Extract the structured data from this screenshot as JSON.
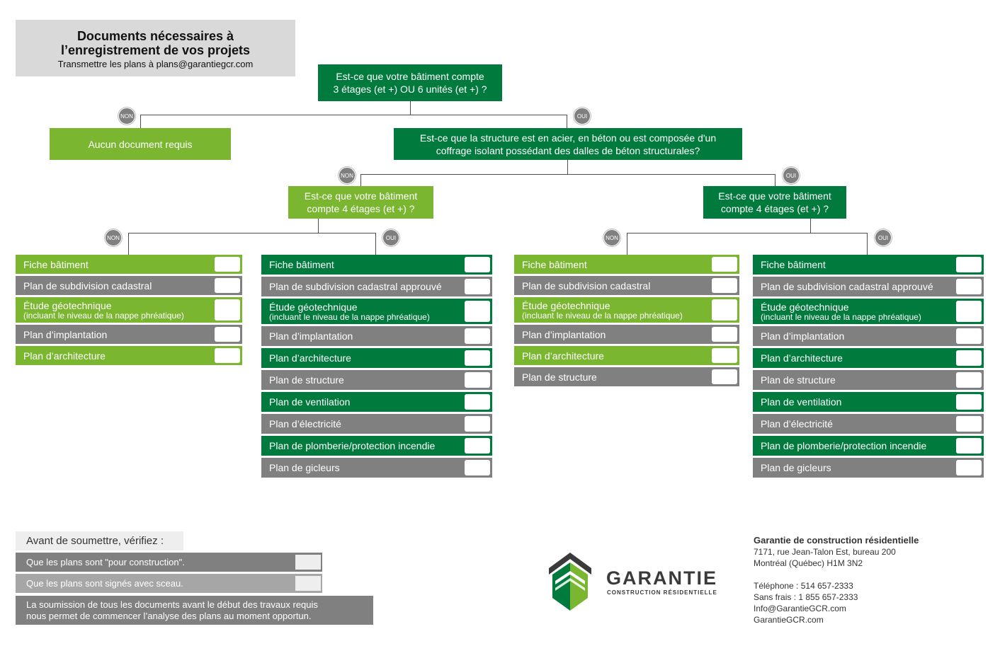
{
  "header": {
    "title_line1": "Documents nécessaires à",
    "title_line2": "l’enregistrement de vos projets",
    "subtitle": "Transmettre les plans à plans@garantiegcr.com"
  },
  "questions": {
    "q1_line1": "Est-ce que votre bâtiment compte",
    "q1_line2": "3 étages (et +) OU 6 unités (et +) ?",
    "none": "Aucun document requis",
    "q2_line1": "Est-ce que la structure est en acier, en béton ou est composée d'un",
    "q2_line2": "coffrage isolant possédant des dalles de béton structurales?",
    "q3_line1": "Est-ce que votre bâtiment",
    "q3_line2": "compte 4 étages (et +) ?"
  },
  "badges": {
    "no": "NON",
    "yes": "OUI"
  },
  "columns": [
    {
      "items": [
        {
          "label": "Fiche bâtiment",
          "sub": "",
          "color": "light"
        },
        {
          "label": "Plan de subdivision cadastral",
          "sub": "",
          "color": "grey"
        },
        {
          "label": "Étude géotechnique",
          "sub": "(incluant le niveau de la nappe phréatique)",
          "color": "light"
        },
        {
          "label": "Plan d’implantation",
          "sub": "",
          "color": "grey"
        },
        {
          "label": "Plan d’architecture",
          "sub": "",
          "color": "light"
        }
      ]
    },
    {
      "items": [
        {
          "label": "Fiche bâtiment",
          "sub": "",
          "color": "dark"
        },
        {
          "label": "Plan de subdivision cadastral approuvé",
          "sub": "",
          "color": "grey"
        },
        {
          "label": "Étude géotechnique",
          "sub": "(incluant le niveau de la nappe phréatique)",
          "color": "dark"
        },
        {
          "label": "Plan d’implantation",
          "sub": "",
          "color": "grey"
        },
        {
          "label": "Plan d’architecture",
          "sub": "",
          "color": "dark"
        },
        {
          "label": "Plan de structure",
          "sub": "",
          "color": "grey"
        },
        {
          "label": "Plan de ventilation",
          "sub": "",
          "color": "dark"
        },
        {
          "label": "Plan d’électricité",
          "sub": "",
          "color": "grey"
        },
        {
          "label": "Plan de plomberie/protection incendie",
          "sub": "",
          "color": "dark"
        },
        {
          "label": "Plan de gicleurs",
          "sub": "",
          "color": "grey"
        }
      ]
    },
    {
      "items": [
        {
          "label": "Fiche bâtiment",
          "sub": "",
          "color": "light"
        },
        {
          "label": "Plan de subdivision cadastral",
          "sub": "",
          "color": "grey"
        },
        {
          "label": "Étude géotechnique",
          "sub": "(incluant le niveau de la nappe phréatique)",
          "color": "light"
        },
        {
          "label": "Plan d’implantation",
          "sub": "",
          "color": "grey"
        },
        {
          "label": "Plan d’architecture",
          "sub": "",
          "color": "light"
        },
        {
          "label": "Plan de structure",
          "sub": "",
          "color": "grey"
        }
      ]
    },
    {
      "items": [
        {
          "label": "Fiche bâtiment",
          "sub": "",
          "color": "dark"
        },
        {
          "label": "Plan de subdivision cadastral approuvé",
          "sub": "",
          "color": "grey"
        },
        {
          "label": "Étude géotechnique",
          "sub": "(incluant le niveau de la nappe phréatique)",
          "color": "dark"
        },
        {
          "label": "Plan d’implantation",
          "sub": "",
          "color": "grey"
        },
        {
          "label": "Plan d’architecture",
          "sub": "",
          "color": "dark"
        },
        {
          "label": "Plan de structure",
          "sub": "",
          "color": "grey"
        },
        {
          "label": "Plan de ventilation",
          "sub": "",
          "color": "dark"
        },
        {
          "label": "Plan d’électricité",
          "sub": "",
          "color": "grey"
        },
        {
          "label": "Plan de plomberie/protection incendie",
          "sub": "",
          "color": "dark"
        },
        {
          "label": "Plan de gicleurs",
          "sub": "",
          "color": "grey"
        }
      ]
    }
  ],
  "verify": {
    "heading": "Avant de soumettre, vérifiez :",
    "item1": "Que les plans sont \"pour construction\".",
    "item2": "Que les plans sont signés avec sceau.",
    "note_line1": "La soumission de tous les documents avant le début des travaux requis",
    "note_line2": "nous permet de commencer l’analyse des plans au moment opportun."
  },
  "logo": {
    "name": "GARANTIE",
    "tagline": "CONSTRUCTION RÉSIDENTIELLE"
  },
  "contact": {
    "company": "Garantie de construction résidentielle",
    "address1": "7171, rue Jean-Talon Est, bureau 200",
    "address2": "Montréal (Québec)  H1M 3N2",
    "phone": "Téléphone : 514 657-2333",
    "tollfree": "Sans frais : 1 855 657-2333",
    "email": "Info@GarantieGCR.com",
    "web": "GarantieGCR.com"
  },
  "colors": {
    "dark_green": "#007a3d",
    "light_green": "#7ab630",
    "grey": "#808080"
  }
}
